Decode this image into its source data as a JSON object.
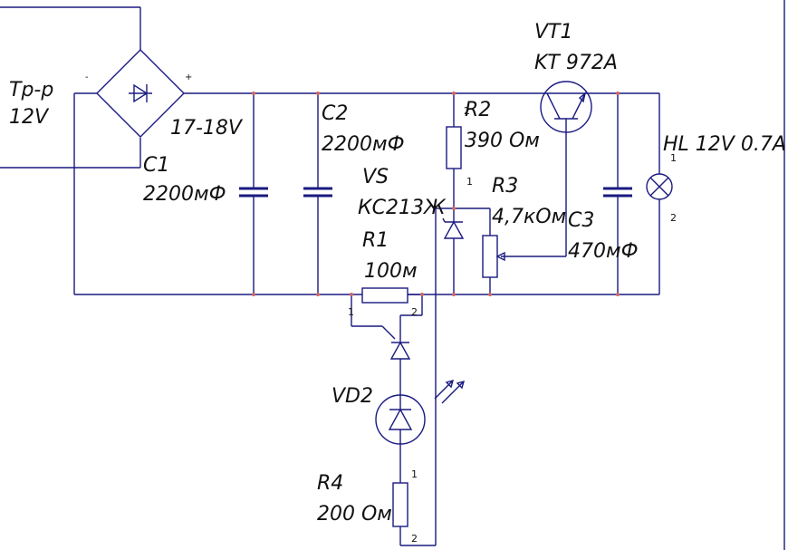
{
  "labels": {
    "transformer": [
      "Тр-р",
      "12V"
    ],
    "bridge_minus": "-",
    "bridge_plus": "+",
    "bridge_voltage": "17-18V",
    "c1": [
      "C1",
      "2200мФ"
    ],
    "c2": [
      "C2",
      "2200мФ"
    ],
    "vs": [
      "VS",
      "КС213Ж"
    ],
    "r1": [
      "R1",
      "100м"
    ],
    "r2": [
      "R2",
      "390 Ом"
    ],
    "r3": [
      "R3",
      "4,7кОм"
    ],
    "c3": [
      "C3",
      "470мФ"
    ],
    "vt1": [
      "VT1",
      "KT 972A"
    ],
    "hl": "HL 12V 0.7A",
    "vd2": "VD2",
    "r4": [
      "R4",
      "200 Ом"
    ]
  },
  "pins": {
    "r2_top": "2",
    "r2_bottom": "1",
    "hl_top": "1",
    "hl_bottom": "2",
    "r1_left": "1",
    "r1_right": "2",
    "r4_top": "1",
    "r4_bottom": "2"
  },
  "colors": {
    "wire": "#1a1a80",
    "node": "#cc6666",
    "text": "#111111"
  }
}
